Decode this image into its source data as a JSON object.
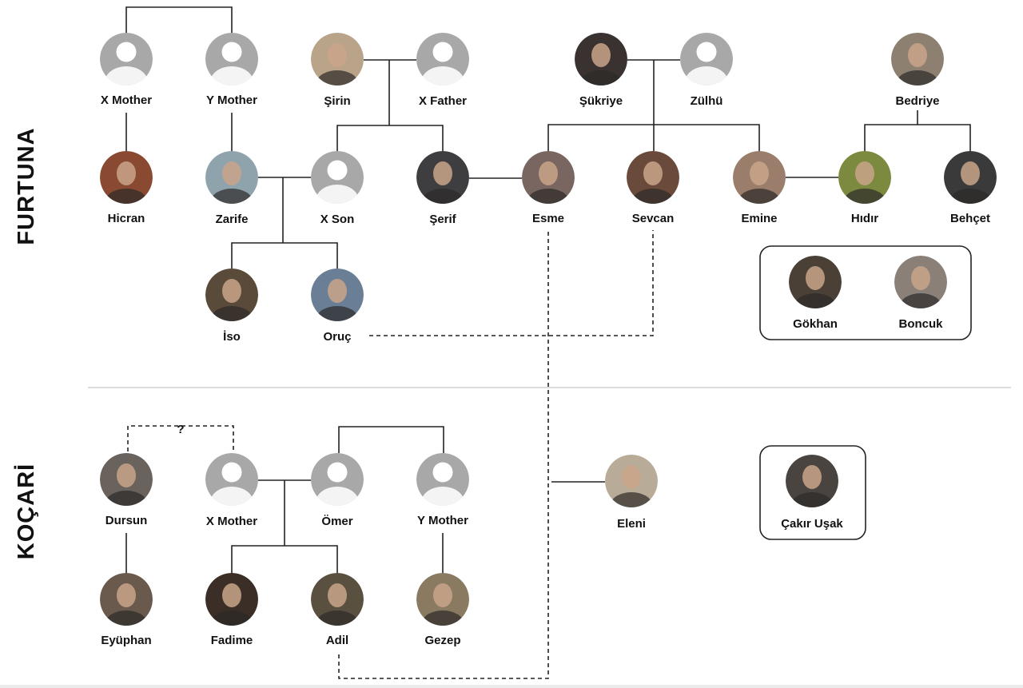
{
  "sections": {
    "top": "FURTUNA",
    "bottom": "KOÇARİ"
  },
  "unknown_relation_marker": "?",
  "nodes": [
    {
      "id": "x-mother-1",
      "name": "X Mother",
      "kind": "placeholder"
    },
    {
      "id": "y-mother-1",
      "name": "Y Mother",
      "kind": "placeholder"
    },
    {
      "id": "sirin",
      "name": "Şirin",
      "kind": "photo",
      "tone": "#b9a48a"
    },
    {
      "id": "x-father",
      "name": "X Father",
      "kind": "placeholder"
    },
    {
      "id": "sukriye",
      "name": "Şükriye",
      "kind": "photo",
      "tone": "#3a3230"
    },
    {
      "id": "zulhu",
      "name": "Zülhü",
      "kind": "placeholder"
    },
    {
      "id": "bedriye",
      "name": "Bedriye",
      "kind": "photo",
      "tone": "#8d8070"
    },
    {
      "id": "hicran",
      "name": "Hicran",
      "kind": "photo",
      "tone": "#8a4a32"
    },
    {
      "id": "zarife",
      "name": "Zarife",
      "kind": "photo",
      "tone": "#8fa3ad"
    },
    {
      "id": "x-son",
      "name": "X Son",
      "kind": "placeholder"
    },
    {
      "id": "serif",
      "name": "Şerif",
      "kind": "photo",
      "tone": "#3e3e40"
    },
    {
      "id": "esme",
      "name": "Esme",
      "kind": "photo",
      "tone": "#7a6660"
    },
    {
      "id": "sevcan",
      "name": "Sevcan",
      "kind": "photo",
      "tone": "#6a4a3a"
    },
    {
      "id": "emine",
      "name": "Emine",
      "kind": "photo",
      "tone": "#9a7d6a"
    },
    {
      "id": "hidir",
      "name": "Hıdır",
      "kind": "photo",
      "tone": "#7c8a40"
    },
    {
      "id": "behcet",
      "name": "Behçet",
      "kind": "photo",
      "tone": "#3a3a3a"
    },
    {
      "id": "iso",
      "name": "İso",
      "kind": "photo",
      "tone": "#5a4a3a"
    },
    {
      "id": "oruc",
      "name": "Oruç",
      "kind": "photo",
      "tone": "#6a7f96"
    },
    {
      "id": "gokhan",
      "name": "Gökhan",
      "kind": "photo",
      "tone": "#4a4036"
    },
    {
      "id": "boncuk",
      "name": "Boncuk",
      "kind": "photo",
      "tone": "#8a8078"
    },
    {
      "id": "dursun",
      "name": "Dursun",
      "kind": "photo",
      "tone": "#6a625c"
    },
    {
      "id": "x-mother-2",
      "name": "X Mother",
      "kind": "placeholder"
    },
    {
      "id": "omer",
      "name": "Ömer",
      "kind": "placeholder"
    },
    {
      "id": "y-mother-2",
      "name": "Y Mother",
      "kind": "placeholder"
    },
    {
      "id": "eleni",
      "name": "Eleni",
      "kind": "photo",
      "tone": "#b8ac98"
    },
    {
      "id": "cakir-usak",
      "name": "Çakır Uşak",
      "kind": "photo",
      "tone": "#4a4440"
    },
    {
      "id": "eyuphan",
      "name": "Eyüphan",
      "kind": "photo",
      "tone": "#6a5a4e"
    },
    {
      "id": "fadime",
      "name": "Fadime",
      "kind": "photo",
      "tone": "#3a2e26"
    },
    {
      "id": "adil",
      "name": "Adil",
      "kind": "photo",
      "tone": "#5a5040"
    },
    {
      "id": "gezep",
      "name": "Gezep",
      "kind": "photo",
      "tone": "#8a7a62"
    }
  ]
}
